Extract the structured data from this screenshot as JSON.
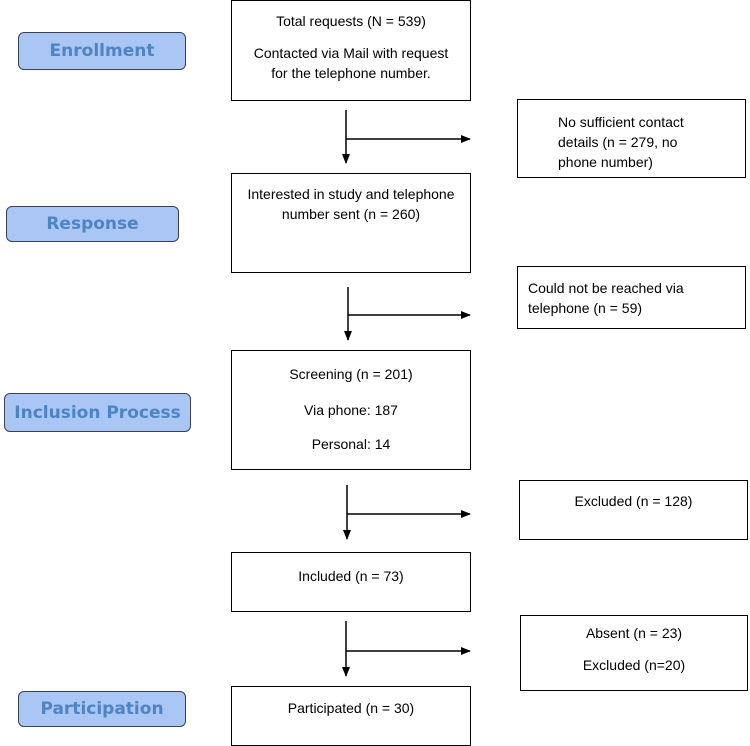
{
  "stages": {
    "enrollment": "Enrollment",
    "response": "Response",
    "inclusion": "Inclusion Process",
    "participation": "Participation"
  },
  "boxes": {
    "total": {
      "line1": "Total requests (N = 539)",
      "line2": "Contacted via Mail with request for the telephone  number."
    },
    "no_contact": {
      "text": "No sufficient contact details  (n = 279, no phone number)"
    },
    "interested": {
      "text": "Interested in study and telephone number sent (n = 260)"
    },
    "not_reached": {
      "text": "Could not be reached via telephone (n = 59)"
    },
    "screening": {
      "line1": "Screening (n = 201)",
      "line2": "Via phone: 187",
      "line3": "Personal: 14"
    },
    "excluded": {
      "text": "Excluded (n = 128)"
    },
    "included": {
      "text": "Included (n = 73)"
    },
    "absent": {
      "line1": "Absent (n = 23)",
      "line2": "Excluded (n=20)"
    },
    "participated": {
      "text": "Participated (n = 30)"
    }
  },
  "colors": {
    "stage_fill": "#a9c6f5",
    "stage_text": "#4f84c2",
    "stage_border": "#3a4150"
  }
}
